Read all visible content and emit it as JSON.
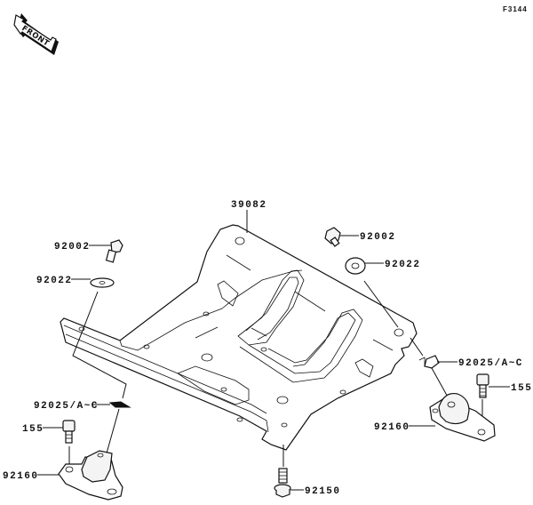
{
  "figure_id": "F3144",
  "front_arrow": {
    "label": "FRONT",
    "icon": "front-direction-arrow-icon"
  },
  "callouts": [
    {
      "id": "skid-plate",
      "part_number": "39082"
    },
    {
      "id": "bolt-right",
      "part_number": "92002"
    },
    {
      "id": "washer-right",
      "part_number": "92022"
    },
    {
      "id": "bolt-left",
      "part_number": "92002"
    },
    {
      "id": "washer-left",
      "part_number": "92022"
    },
    {
      "id": "clip-right",
      "part_number": "92025/A~C"
    },
    {
      "id": "clip-left",
      "part_number": "92025/A~C"
    },
    {
      "id": "screw-right",
      "part_number": "155"
    },
    {
      "id": "screw-left",
      "part_number": "155"
    },
    {
      "id": "mount-right",
      "part_number": "92160"
    },
    {
      "id": "mount-left",
      "part_number": "92160"
    },
    {
      "id": "bolt-bottom",
      "part_number": "92150"
    }
  ]
}
